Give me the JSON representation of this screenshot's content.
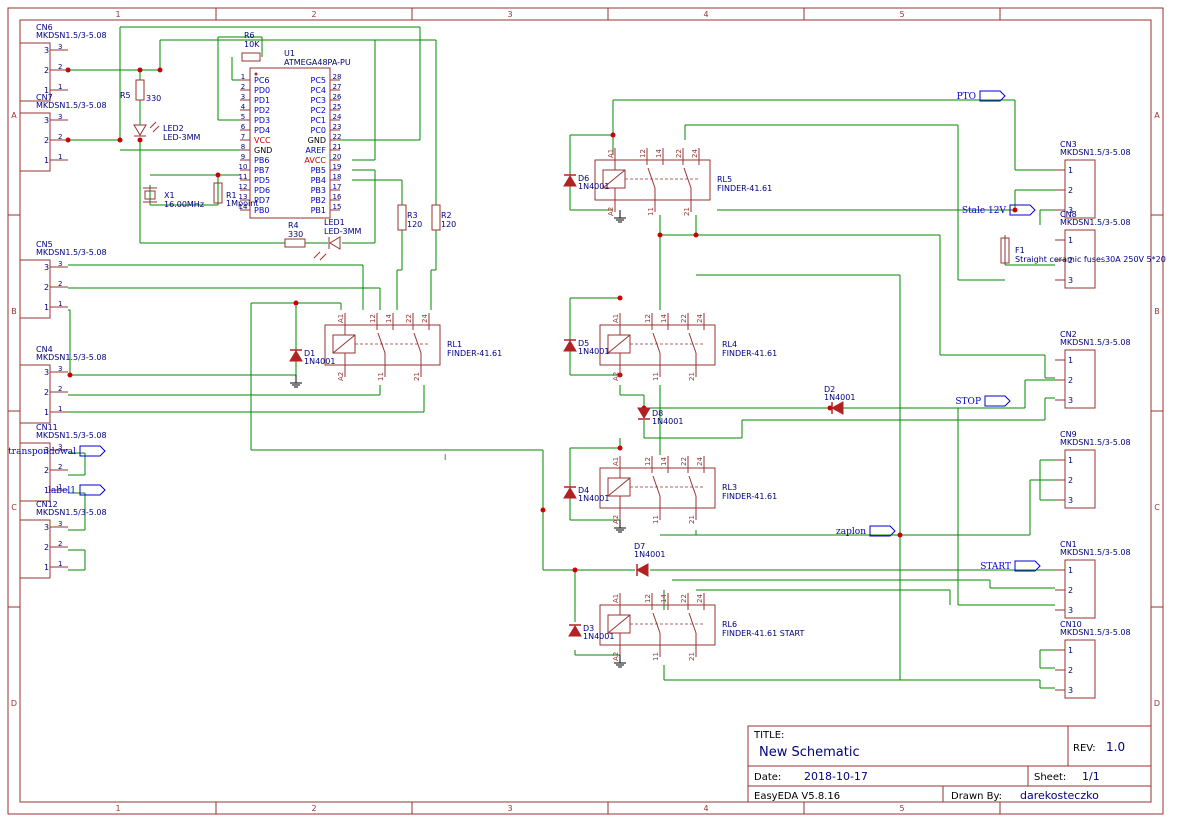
{
  "colors": {
    "border": "#993333",
    "wire": "#008800",
    "ref": "#000080",
    "pin": "#0000cc",
    "pinRed": "#cc0000",
    "body": "#993333",
    "junction": "#cc0000",
    "text": "#000000"
  },
  "frame": {
    "cols": [
      "1",
      "2",
      "3",
      "4",
      "5"
    ],
    "rows": [
      "A",
      "B",
      "C",
      "D"
    ]
  },
  "title_block": {
    "title_label": "TITLE:",
    "title": "New Schematic",
    "rev_label": "REV:",
    "rev": "1.0",
    "date_label": "Date:",
    "date": "2018-10-17",
    "sheet_label": "Sheet:",
    "sheet": "1/1",
    "software": "EasyEDA V5.8.16",
    "drawn_label": "Drawn By:",
    "drawn_by": "darekosteczko"
  },
  "mcu": {
    "ref": "U1",
    "part": "ATMEGA48PA-PU",
    "left_pins": [
      {
        "num": "1",
        "name": "PC6"
      },
      {
        "num": "2",
        "name": "PD0"
      },
      {
        "num": "3",
        "name": "PD1"
      },
      {
        "num": "4",
        "name": "PD2"
      },
      {
        "num": "5",
        "name": "PD3"
      },
      {
        "num": "6",
        "name": "PD4"
      },
      {
        "num": "7",
        "name": "VCC"
      },
      {
        "num": "8",
        "name": "GND"
      },
      {
        "num": "9",
        "name": "PB6"
      },
      {
        "num": "10",
        "name": "PB7"
      },
      {
        "num": "11",
        "name": "PD5"
      },
      {
        "num": "12",
        "name": "PD6"
      },
      {
        "num": "13",
        "name": "PD7"
      },
      {
        "num": "14",
        "name": "PB0"
      }
    ],
    "right_pins": [
      {
        "num": "28",
        "name": "PC5"
      },
      {
        "num": "27",
        "name": "PC4"
      },
      {
        "num": "26",
        "name": "PC3"
      },
      {
        "num": "25",
        "name": "PC2"
      },
      {
        "num": "24",
        "name": "PC1"
      },
      {
        "num": "23",
        "name": "PC0"
      },
      {
        "num": "22",
        "name": "GND"
      },
      {
        "num": "21",
        "name": "AREF"
      },
      {
        "num": "20",
        "name": "AVCC"
      },
      {
        "num": "19",
        "name": "PB5"
      },
      {
        "num": "18",
        "name": "PB4"
      },
      {
        "num": "17",
        "name": "PB3"
      },
      {
        "num": "16",
        "name": "PB2"
      },
      {
        "num": "15",
        "name": "PB1"
      }
    ]
  },
  "connectors": [
    {
      "id": "cn6",
      "ref": "CN6",
      "part": "MKDSN1.5/3-5.08",
      "pins": [
        "3",
        "2",
        "1"
      ]
    },
    {
      "id": "cn7",
      "ref": "CN7",
      "part": "MKDSN1.5/3-5.08",
      "pins": [
        "3",
        "2",
        "1"
      ]
    },
    {
      "id": "cn5",
      "ref": "CN5",
      "part": "MKDSN1.5/3-5.08",
      "pins": [
        "3",
        "2",
        "1"
      ]
    },
    {
      "id": "cn4",
      "ref": "CN4",
      "part": "MKDSN1.5/3-5.08",
      "pins": [
        "3",
        "2",
        "1"
      ]
    },
    {
      "id": "cn11",
      "ref": "CN11",
      "part": "MKDSN1.5/3-5.08",
      "pins": [
        "3",
        "2",
        "1"
      ]
    },
    {
      "id": "cn12",
      "ref": "CN12",
      "part": "MKDSN1.5/3-5.08",
      "pins": [
        "3",
        "2",
        "1"
      ]
    },
    {
      "id": "cn3",
      "ref": "CN3",
      "part": "MKDSN1.5/3-5.08",
      "pins": [
        "1",
        "2",
        "3"
      ]
    },
    {
      "id": "cn8",
      "ref": "CN8",
      "part": "MKDSN1.5/3-5.08",
      "pins": [
        "1",
        "2",
        "3"
      ]
    },
    {
      "id": "cn2",
      "ref": "CN2",
      "part": "MKDSN1.5/3-5.08",
      "pins": [
        "1",
        "2",
        "3"
      ]
    },
    {
      "id": "cn9",
      "ref": "CN9",
      "part": "MKDSN1.5/3-5.08",
      "pins": [
        "1",
        "2",
        "3"
      ]
    },
    {
      "id": "cn1",
      "ref": "CN1",
      "part": "MKDSN1.5/3-5.08",
      "pins": [
        "1",
        "2",
        "3"
      ]
    },
    {
      "id": "cn10",
      "ref": "CN10",
      "part": "MKDSN1.5/3-5.08",
      "pins": [
        "1",
        "2",
        "3"
      ]
    }
  ],
  "relays": [
    {
      "id": "rl1",
      "ref": "RL1",
      "part": "FINDER-41.61"
    },
    {
      "id": "rl5",
      "ref": "RL5",
      "part": "FINDER-41.61"
    },
    {
      "id": "rl4",
      "ref": "RL4",
      "part": "FINDER-41.61"
    },
    {
      "id": "rl3",
      "ref": "RL3",
      "part": "FINDER-41.61"
    },
    {
      "id": "rl6",
      "ref": "RL6",
      "part": "FINDER-41.61 START"
    }
  ],
  "relay_pins": [
    "A1",
    "A2",
    "12",
    "14",
    "22",
    "24",
    "11",
    "21"
  ],
  "diodes": [
    {
      "id": "d1",
      "ref": "D1",
      "part": "1N4001"
    },
    {
      "id": "d2",
      "ref": "D2",
      "part": "1N4001"
    },
    {
      "id": "d3",
      "ref": "D3",
      "part": "1N4001"
    },
    {
      "id": "d4",
      "ref": "D4",
      "part": "1N4001"
    },
    {
      "id": "d5",
      "ref": "D5",
      "part": "1N4001"
    },
    {
      "id": "d6",
      "ref": "D6",
      "part": "1N4001"
    },
    {
      "id": "d7",
      "ref": "D7",
      "part": "1N4001"
    },
    {
      "id": "d8",
      "ref": "D8",
      "part": "1N4001"
    }
  ],
  "resistors": [
    {
      "id": "r6",
      "ref": "R6",
      "value": "10K"
    },
    {
      "id": "r5",
      "ref": "R5",
      "value": "330"
    },
    {
      "id": "r1",
      "ref": "R1",
      "value": "1Mpoint"
    },
    {
      "id": "r4",
      "ref": "R4",
      "value": "330"
    },
    {
      "id": "r3",
      "ref": "R3",
      "value": "120"
    },
    {
      "id": "r2",
      "ref": "R2",
      "value": "120"
    }
  ],
  "leds": [
    {
      "id": "led2",
      "ref": "LED2",
      "part": "LED-3MM"
    },
    {
      "id": "led1",
      "ref": "LED1",
      "part": "LED-3MM"
    }
  ],
  "crystal": {
    "ref": "X1",
    "value": "16.00MHz"
  },
  "fuse": {
    "ref": "F1",
    "part": "Straight ceramic fuses30A 250V 5*20"
  },
  "net_labels": {
    "pto": "PTO",
    "stale12v": "Stale 12V",
    "stop": "STOP",
    "zaplon": "zaplon",
    "start": "START",
    "transponder": "transpondowal",
    "label1": "label1",
    "wire_i": "I"
  }
}
